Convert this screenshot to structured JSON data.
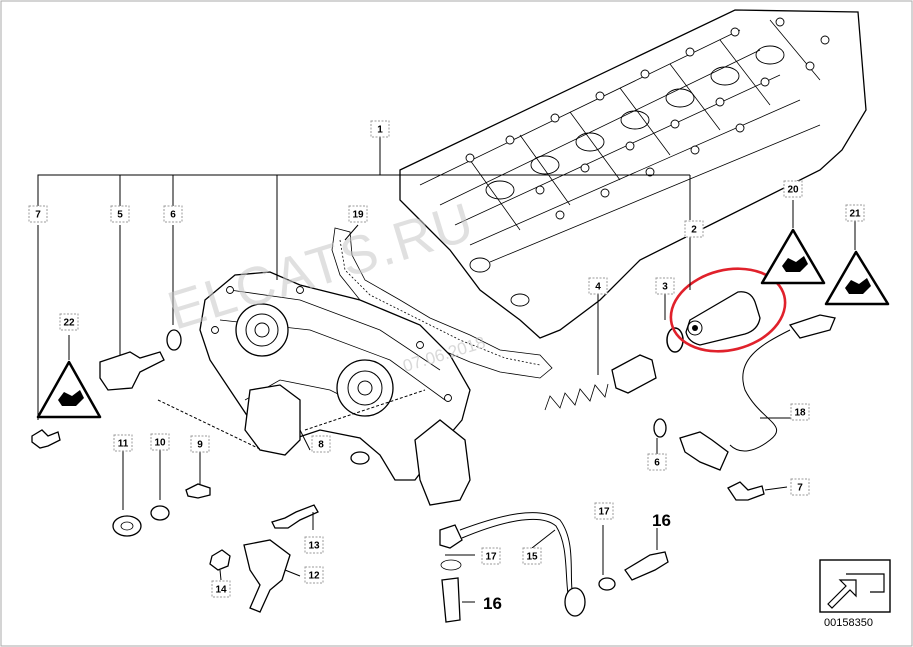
{
  "watermark": {
    "text": "ELCATS.RU",
    "date": "07.06.2018"
  },
  "diagram_code": "00158350",
  "callouts": [
    "1",
    "2",
    "3",
    "4",
    "5",
    "6",
    "7",
    "8",
    "9",
    "10",
    "11",
    "12",
    "13",
    "14",
    "15",
    "16",
    "17",
    "18",
    "19",
    "20",
    "21",
    "22"
  ],
  "big_labels": [
    "16",
    "16"
  ],
  "repeat_labels": {
    "label_6b": "6",
    "label_7b": "7",
    "label_17b": "17"
  },
  "highlight_color": "#e0212b"
}
